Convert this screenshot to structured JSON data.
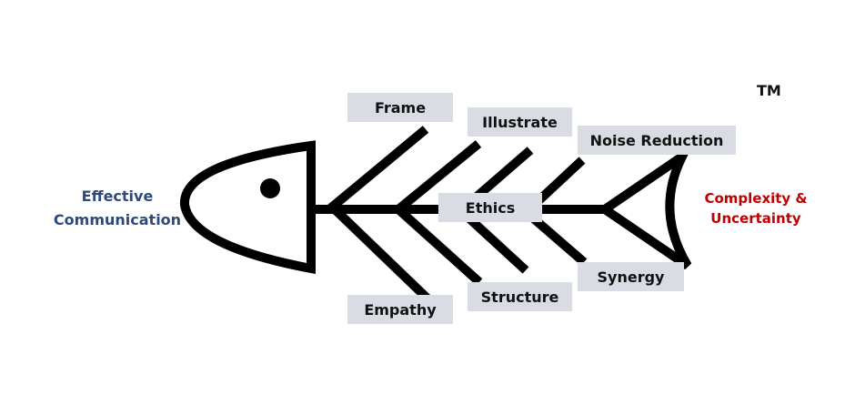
{
  "effect_left": {
    "line1": "Effective",
    "line2": "Communication",
    "color": "#2f4a7a"
  },
  "effect_right": {
    "line1": "Complexity &",
    "line2": "Uncertainty",
    "color": "#c00000"
  },
  "trademark": "TM",
  "bones": {
    "frame": "Frame",
    "illustrate": "Illustrate",
    "noise_reduction": "Noise Reduction",
    "ethics": "Ethics",
    "empathy": "Empathy",
    "structure": "Structure",
    "synergy": "Synergy"
  },
  "colors": {
    "label_background": "#d9dde3",
    "fish_stroke": "#000000"
  }
}
